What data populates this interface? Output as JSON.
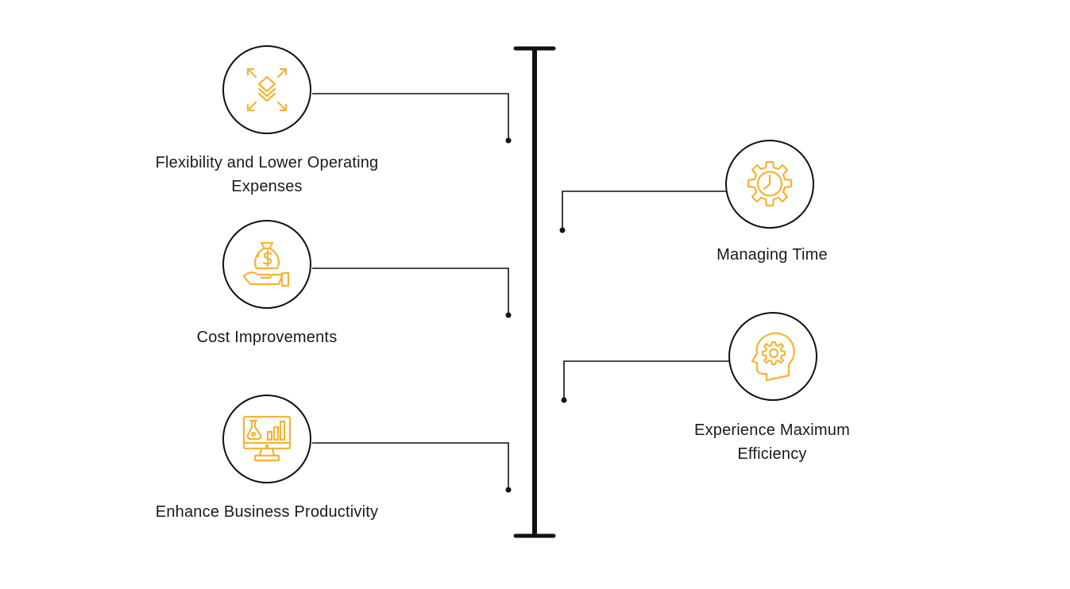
{
  "colors": {
    "accent": "#f5b335",
    "line": "#111111",
    "text": "#1a1a1a",
    "background": "#ffffff"
  },
  "items": [
    {
      "icon": "scalability-icon",
      "label_part1": "Flexibility and ",
      "label_part2": "Lower Operating",
      "label_line2": "Expenses"
    },
    {
      "icon": "money-bag-hand-icon",
      "label_part1": "Cost ",
      "label_part2": "Improvements",
      "label_line2": ""
    },
    {
      "icon": "monitor-chart-icon",
      "label_part1": "Enhance ",
      "label_part2": "Business Productivity",
      "label_line2": ""
    },
    {
      "icon": "gear-clock-icon",
      "label_part1": "Managing ",
      "label_part2": "Time",
      "label_line2": ""
    },
    {
      "icon": "head-gear-icon",
      "label_part1": "Experience ",
      "label_part2": "Maximum",
      "label_line2": "Efficiency"
    }
  ]
}
